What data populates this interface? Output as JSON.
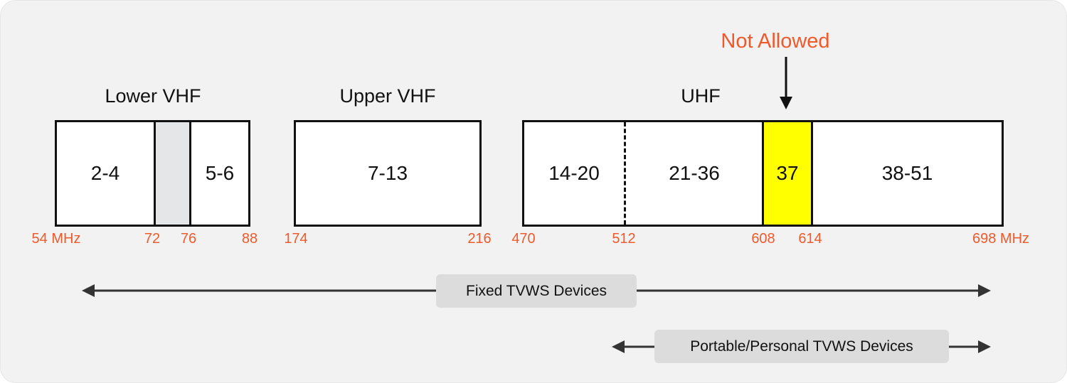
{
  "bands": {
    "lower_vhf": {
      "title": "Lower VHF",
      "seg1": "2-4",
      "seg2": "",
      "seg3": "5-6"
    },
    "upper_vhf": {
      "title": "Upper VHF",
      "seg1": "7-13"
    },
    "uhf": {
      "title": "UHF",
      "seg1": "14-20",
      "seg2": "21-36",
      "seg3": "37",
      "seg4": "38-51"
    }
  },
  "frequencies": {
    "f54": "54 MHz",
    "f72": "72",
    "f76": "76",
    "f88": "88",
    "f174": "174",
    "f216": "216",
    "f470": "470",
    "f512": "512",
    "f608": "608",
    "f614": "614",
    "f698": "698 MHz"
  },
  "callout": {
    "label": "Not Allowed"
  },
  "ranges": {
    "fixed": "Fixed TVWS Devices",
    "portable": "Portable/Personal TVWS Devices"
  },
  "colors": {
    "accent": "#ee5a2c",
    "channel37": "#ffff00",
    "guard": "#e4e6e7",
    "pill": "#dcdcdc",
    "background": "#f2f2f2"
  }
}
